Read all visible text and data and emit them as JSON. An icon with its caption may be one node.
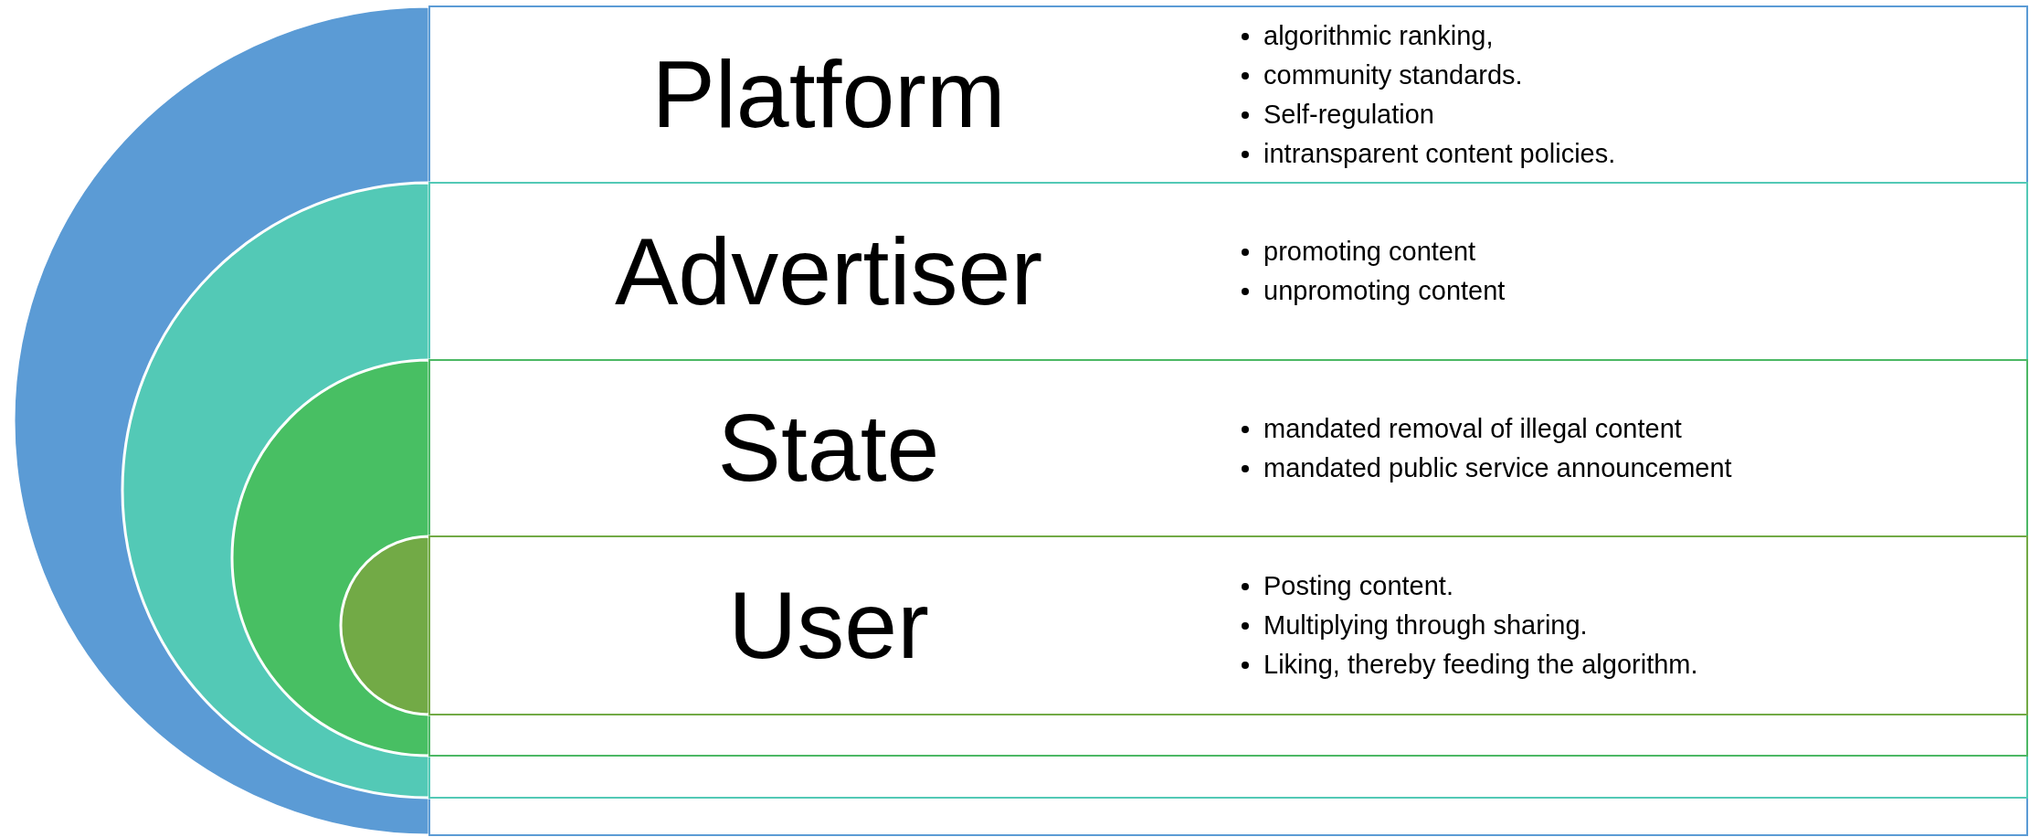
{
  "diagram": {
    "nodes": [
      {
        "text": [
          "Platform",
          "algorithmic ranking,",
          "community standards.",
          "Self-regulation",
          "intransparent content policies."
        ]
      },
      {
        "text": [
          "Advertiser",
          "promoting content",
          "unpromoting content"
        ],
        "in": 0
      },
      {
        "text": [
          "State",
          "mandated removal of illegal content",
          "mandated public service announcement"
        ],
        "in": 1
      },
      {
        "text": [
          "User",
          "Posting content.",
          "Multiplying through sharing.",
          "Liking, thereby feeding the algorithm."
        ],
        "in": 2
      }
    ],
    "edges": []
  }
}
